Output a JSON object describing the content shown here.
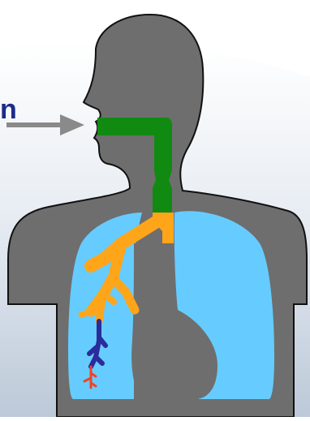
{
  "diagram": {
    "label_fragment": "n",
    "colors": {
      "background_top": "#ffffff",
      "background_bottom": "#bcc9d8",
      "body": "#6e6e6e",
      "body_outline": "#111111",
      "lungs": "#66ccff",
      "upper_airway": "#118a11",
      "bronchi": "#ffa51a",
      "bronchioles": "#2b2b9a",
      "alveoli": "#ee4422",
      "arrow": "#8a8a8a",
      "label": "#1c2a8a"
    },
    "parts": [
      "upper-airway",
      "trachea",
      "bronchi",
      "bronchioles",
      "alveoli",
      "lungs",
      "heart"
    ]
  }
}
